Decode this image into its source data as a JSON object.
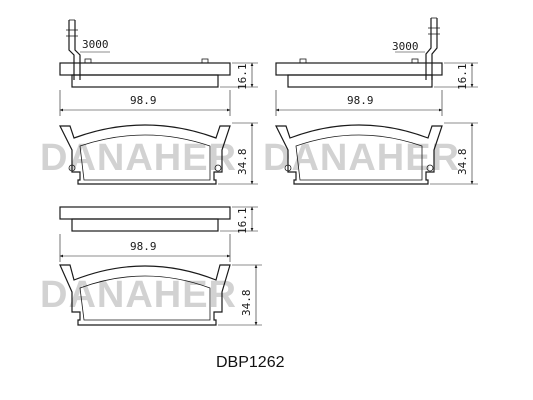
{
  "brand": {
    "watermark": "DANAHER"
  },
  "part_number": "DBP1262",
  "dimensions": {
    "length": "98.9",
    "height": "34.8",
    "thickness": "16.1",
    "wire_length": "3000"
  }
}
